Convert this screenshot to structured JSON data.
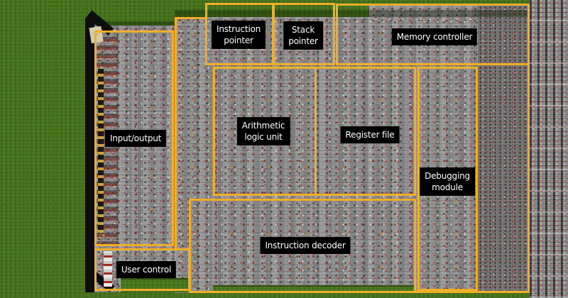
{
  "colors": {
    "annotation_outline": "#f0ae29",
    "label_background": "#000000",
    "label_text": "#ffffff",
    "grass_green": "#4c7a1f",
    "circuit_gray": "#8d8d8d",
    "redstone_red": "#a93226",
    "tower_black": "#0d0d0d",
    "bolt_yellow": "#dd9e1a"
  },
  "icons": {
    "lightning_bolt": "⚡"
  },
  "annotations": {
    "regions": [
      {
        "id": "instruction-pointer",
        "label": "Instruction\npointer"
      },
      {
        "id": "stack-pointer",
        "label": "Stack\npointer"
      },
      {
        "id": "memory-controller",
        "label": "Memory controller"
      },
      {
        "id": "input-output",
        "label": "Input/output"
      },
      {
        "id": "arithmetic-logic-unit",
        "label": "Arithmetic\nlogic unit"
      },
      {
        "id": "register-file",
        "label": "Register file"
      },
      {
        "id": "debugging-module",
        "label": "Debugging\nmodule"
      },
      {
        "id": "instruction-decoder",
        "label": "Instruction decoder"
      },
      {
        "id": "user-control",
        "label": "User control"
      }
    ]
  }
}
